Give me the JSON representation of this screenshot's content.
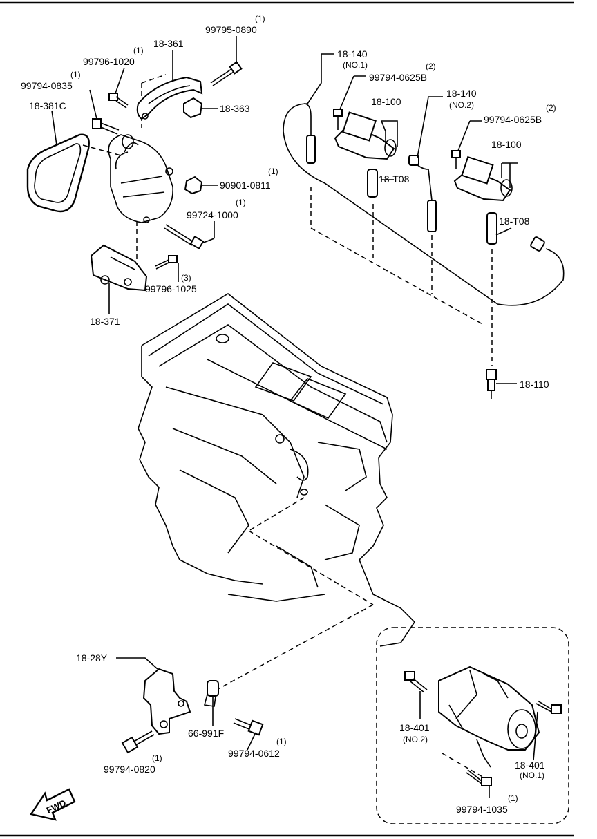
{
  "labels": {
    "p_99795_0890": "99795-0890",
    "q_99795_0890": "(1)",
    "p_18_361": "18-361",
    "p_99796_1020": "99796-1020",
    "q_99796_1020": "(1)",
    "p_99794_0835": "99794-0835",
    "q_99794_0835": "(1)",
    "p_18_381C": "18-381C",
    "p_18_363": "18-363",
    "p_90901_0811": "90901-0811",
    "q_90901_0811": "(1)",
    "p_99724_1000": "99724-1000",
    "q_99724_1000": "(1)",
    "p_99796_1025": "99796-1025",
    "q_99796_1025": "(3)",
    "p_18_371": "18-371",
    "p_18_140_no1": "18-140",
    "s_18_140_no1": "(NO.1)",
    "p_99794_0625B_a": "99794-0625B",
    "q_99794_0625B_a": "(2)",
    "p_18_100_a": "18-100",
    "p_18_T08_a": "18-T08",
    "p_18_140_no2": "18-140",
    "s_18_140_no2": "(NO.2)",
    "p_99794_0625B_b": "99794-0625B",
    "q_99794_0625B_b": "(2)",
    "p_18_100_b": "18-100",
    "p_18_T08_b": "18-T08",
    "p_18_110": "18-110",
    "p_18_28Y": "18-28Y",
    "p_66_991F": "66-991F",
    "p_99794_0612": "99794-0612",
    "q_99794_0612": "(1)",
    "p_99794_0820": "99794-0820",
    "q_99794_0820": "(1)",
    "p_18_401_no2": "18-401",
    "s_18_401_no2": "(NO.2)",
    "p_18_401_no1": "18-401",
    "s_18_401_no1": "(NO.1)",
    "p_99794_1035": "99794-1035",
    "q_99794_1035": "(1)",
    "fwd": "FWD"
  },
  "colors": {
    "ink": "#000000",
    "paper": "#ffffff"
  }
}
